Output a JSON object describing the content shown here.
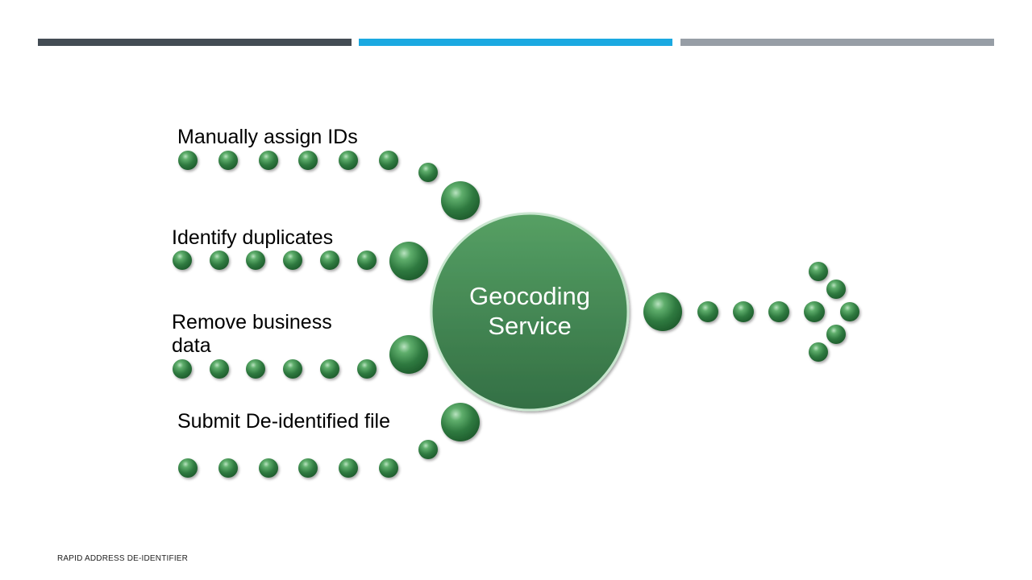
{
  "labels": {
    "manual": "Manually assign IDs",
    "duplicates": "Identify duplicates",
    "business": "Remove business data",
    "submit": "Submit De-identified file"
  },
  "hub": {
    "line1": "Geocoding",
    "line2": "Service"
  },
  "footer": "RAPID ADDRESS DE-IDENTIFIER",
  "colors": {
    "bar_dark": "#434c54",
    "bar_blue": "#1ba9e1",
    "bar_gray": "#979ea6",
    "sphere_green": "#3f8a4e"
  }
}
